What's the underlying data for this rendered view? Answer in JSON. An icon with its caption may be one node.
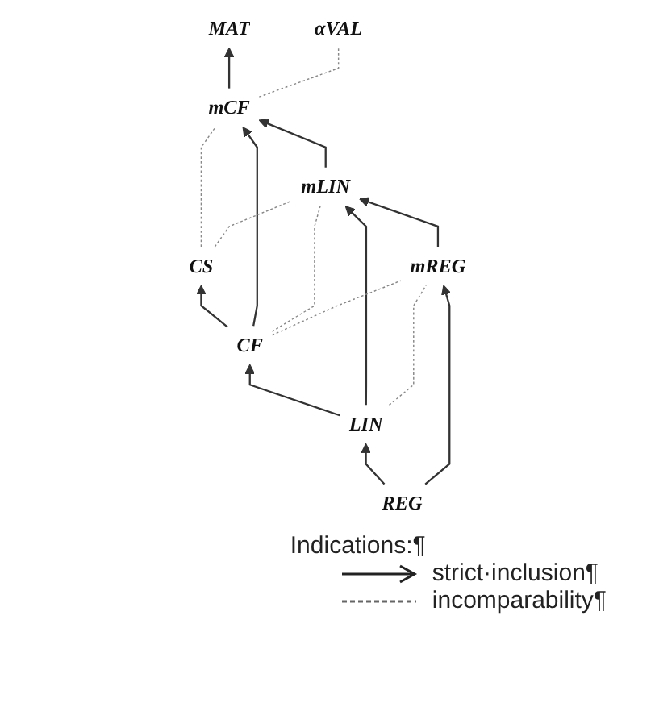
{
  "diagram": {
    "nodes": [
      {
        "text": [
          "CS"
        ]
      },
      {
        "text": [
          "MAT"
        ]
      },
      {
        "text": [
          "mCF"
        ]
      },
      {
        "text": [
          "CF"
        ]
      },
      {
        "text": [
          "αVAL"
        ]
      },
      {
        "text": [
          "mLIN"
        ]
      },
      {
        "text": [
          "LIN"
        ]
      },
      {
        "text": [
          "mREG"
        ]
      },
      {
        "text": [
          "REG"
        ]
      }
    ],
    "edges": [
      {
        "from": 8,
        "to": 6,
        "arrow": "to"
      },
      {
        "from": 6,
        "to": 3,
        "arrow": "to"
      },
      {
        "from": 3,
        "to": 0,
        "arrow": "to"
      },
      {
        "from": 8,
        "to": 7,
        "arrow": "to"
      },
      {
        "from": 6,
        "to": 5,
        "arrow": "to"
      },
      {
        "from": 3,
        "to": 2,
        "arrow": "to"
      },
      {
        "from": 7,
        "to": 5,
        "arrow": "to"
      },
      {
        "from": 5,
        "to": 2,
        "arrow": "to"
      },
      {
        "from": 2,
        "to": 1,
        "arrow": "to"
      },
      {
        "from": 0,
        "to": 2,
        "arrow": "none",
        "style": "dashed"
      },
      {
        "from": 0,
        "to": 5,
        "arrow": "none",
        "style": "dashed"
      },
      {
        "from": 3,
        "to": 5,
        "arrow": "none",
        "style": "dashed"
      },
      {
        "from": 3,
        "to": 7,
        "arrow": "none",
        "style": "dashed"
      },
      {
        "from": 6,
        "to": 7,
        "arrow": "none",
        "style": "dashed"
      },
      {
        "from": 2,
        "to": 4,
        "arrow": "none",
        "style": "dashed"
      }
    ],
    "labels": [
      "Indications:¶"
    ],
    "legend": [
      {
        "text": "strict·inclusion¶"
      },
      {
        "text": "incomparability¶"
      }
    ]
  }
}
